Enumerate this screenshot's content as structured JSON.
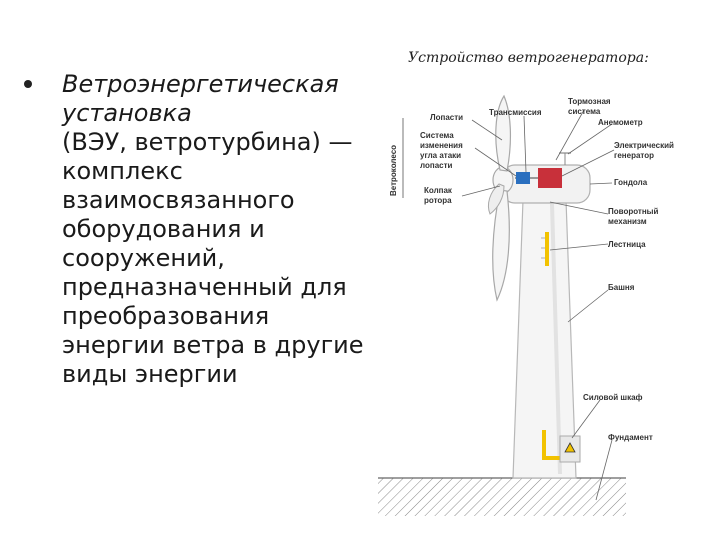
{
  "bullet": {
    "lines": [
      "Ветроэнергетическая",
      "установка",
      "(ВЭУ, ветротурбина) —",
      "комплекс",
      "взаимосвязанного",
      "оборудования и",
      "сооружений,",
      "предназначенный для",
      "преобразования",
      "энергии ветра в другие",
      "виды энергии"
    ]
  },
  "diagram": {
    "title": "Устройство ветрогенератора:",
    "vertical_label": "Ветроколесо",
    "labels": {
      "blades": "Лопасти",
      "pitch_1": "Система",
      "pitch_2": "изменения",
      "pitch_3": "угла атаки",
      "pitch_4": "лопасти",
      "hub_1": "Колпак",
      "hub_2": "ротора",
      "transmission": "Трансмиссия",
      "brake_1": "Тормозная",
      "brake_2": "система",
      "anemometer": "Анемометр",
      "generator_1": "Электрический",
      "generator_2": "генератор",
      "nacelle": "Гондола",
      "yaw_1": "Поворотный",
      "yaw_2": "механизм",
      "ladder": "Лестница",
      "tower": "Башня",
      "cabinet": "Силовой шкаф",
      "foundation": "Фундамент"
    },
    "colors": {
      "generator": "#c8303a",
      "pitch_motor": "#2a6fbf",
      "ladder": "#f2c200",
      "ground_hatch": "#888888"
    }
  }
}
